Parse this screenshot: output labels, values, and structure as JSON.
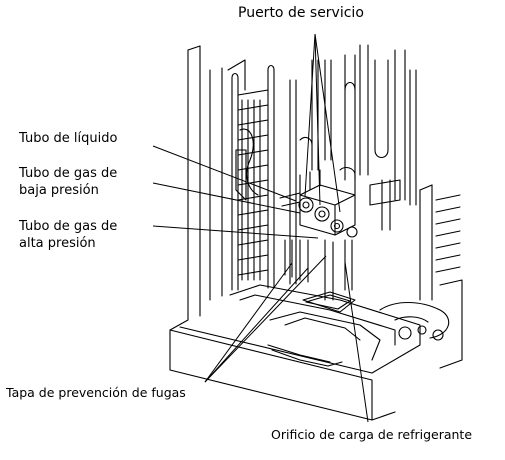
{
  "labels": {
    "service_port": "Puerto de servicio",
    "liquid_tube": "Tubo de líquido",
    "low_pressure_gas_tube_1": "Tubo de gas de",
    "low_pressure_gas_tube_2": "baja presión",
    "high_pressure_gas_tube_1": "Tubo de gas de",
    "high_pressure_gas_tube_2": "alta presión",
    "leak_prevention_cap": "Tapa de prevención de fugas",
    "refrigerant_charge_port": "Orificio de carga de refrigerante"
  }
}
